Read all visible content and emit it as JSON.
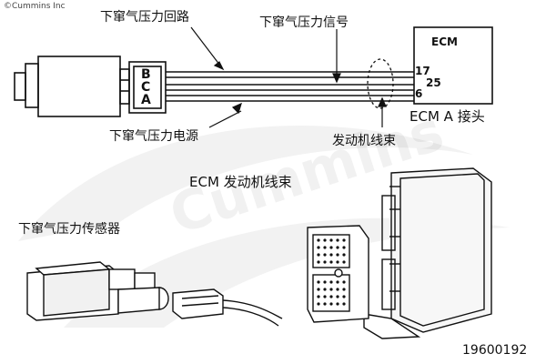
{
  "copyright": "©Cummins Inc",
  "watermark": "Cummins",
  "labels": {
    "return_circuit": "下窜气压力回路",
    "signal": "下窜气压力信号",
    "supply": "下窜气压力电源",
    "harness_top": "发动机线束",
    "ecm_connector": "ECM A 接头",
    "ecm_harness": "ECM 发动机线束",
    "sensor": "下窜气压力传感器"
  },
  "ecm_box": {
    "title": "ECM",
    "pins": [
      "17",
      "25",
      "6"
    ]
  },
  "sensor_pins": [
    "B",
    "C",
    "A"
  ],
  "figure_number": "19600192"
}
